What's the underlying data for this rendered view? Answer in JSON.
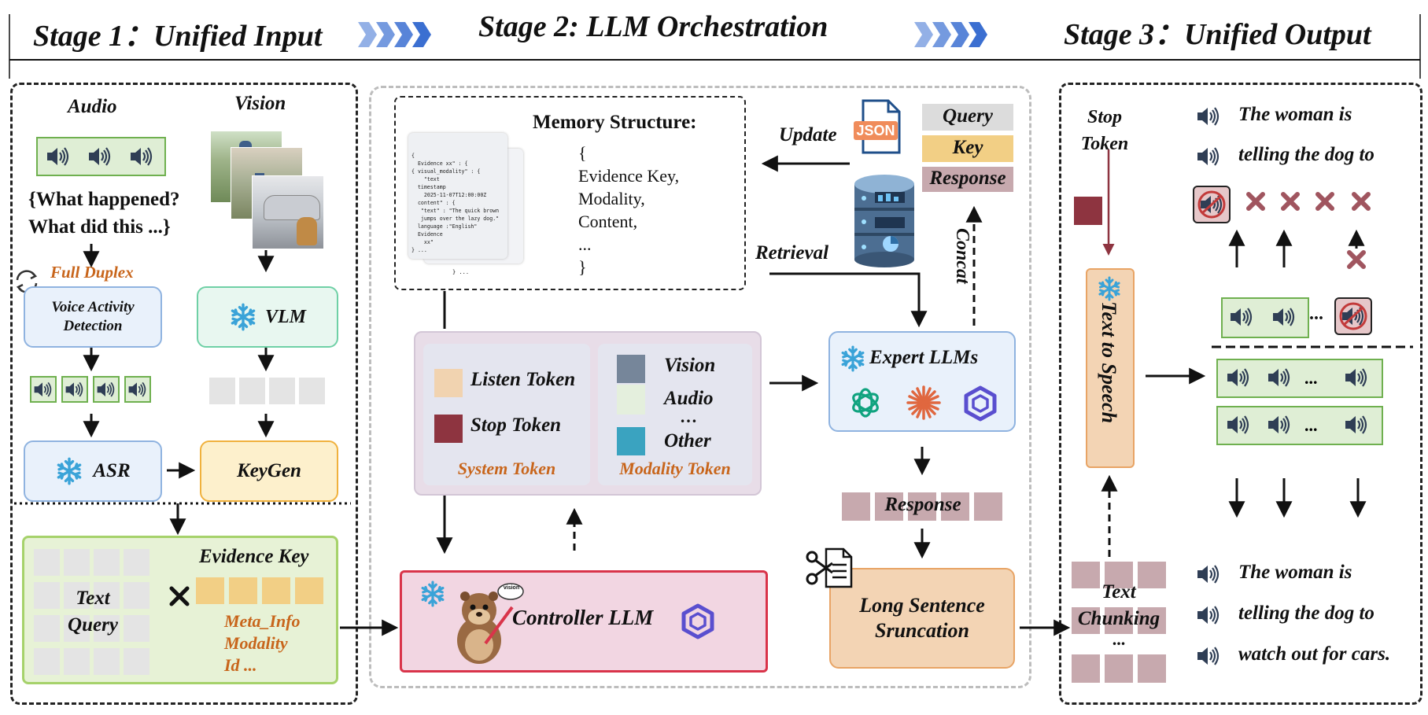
{
  "stages": {
    "s1": "Stage 1：Unified Input",
    "s2": "Stage 2: LLM Orchestration",
    "s3": "Stage 3：Unified Output"
  },
  "input": {
    "audio_label": "Audio",
    "vision_label": "Vision",
    "question_line1": "{What happened?",
    "question_line2": "What did this ...}",
    "full_duplex": "Full  Duplex",
    "vad_line1": "Voice Activity",
    "vad_line2": "Detection",
    "vlm": "VLM",
    "asr": "ASR",
    "keygen": "KeyGen",
    "text_query_line1": "Text",
    "text_query_line2": "Query",
    "evidence_key": "Evidence Key",
    "meta_line1": "Meta_Info",
    "meta_line2": "Modality",
    "meta_line3": "Id  ..."
  },
  "orchestration": {
    "memory_title": "Memory Structure:",
    "memory_lines": [
      "{",
      "Evidence Key,",
      "Modality,",
      "Content,",
      "...",
      "}"
    ],
    "json_lines": [
      "{",
      "  Evidence xx\" : {",
      "{ visual_modality\" : {",
      "    \"text",
      "  timestamp",
      "    2025-11-07T12:00:00Z",
      "  content\" : {",
      "   \"text\" : \"The quick brown",
      "   jumps over the lazy dog.\"",
      "  language :\"English\"",
      "  Evidence",
      "    xx\"",
      "} ..."
    ],
    "json_back_lines": [
      "  xx",
      "} ..."
    ],
    "update": "Update",
    "json_badge": "JSON",
    "query": "Query",
    "key": "Key",
    "response": "Response",
    "retrieval": "Retrieval",
    "concat": "Concat",
    "listen_token": "Listen Token",
    "stop_token": "Stop Token",
    "system_token": "System Token",
    "vision": "Vision",
    "audio": "Audio",
    "dots": "…",
    "other": "Other",
    "modality_token": "Modality Token",
    "expert_llms": "Expert LLMs",
    "response2": "Response",
    "controller_llm": "Controller LLM",
    "otter_badge": "vision",
    "long_line1": "Long Sentence",
    "long_line2": "Sruncation"
  },
  "output": {
    "stop_line1": "Stop",
    "stop_line2": "Token",
    "tts": "Text to Speech",
    "top_line1": "The woman is",
    "top_line2": "telling the dog to",
    "text_chunk_line1": "Text",
    "text_chunk_line2": "Chunking",
    "ellipsis": "...",
    "bot_line1": "The woman is",
    "bot_line2": "telling the dog to",
    "bot_line3": "watch out for cars."
  },
  "colors": {
    "listen": "#f1d3b0",
    "stop": "#8e3440",
    "vision_mod": "#76869a",
    "audio_mod": "#e4efdd",
    "other_mod": "#3aa3c0",
    "key_gold": "#f2cf85",
    "qkr_pink": "#c7a9ae",
    "accent_orange": "#c8651b"
  },
  "icons": [
    "speaker-icon",
    "snowflake-icon",
    "json-file-icon",
    "database-icon",
    "openai-icon",
    "claude-icon",
    "qwen-icon",
    "otter-icon",
    "scissors-icon",
    "cross-icon",
    "refresh-icon"
  ]
}
